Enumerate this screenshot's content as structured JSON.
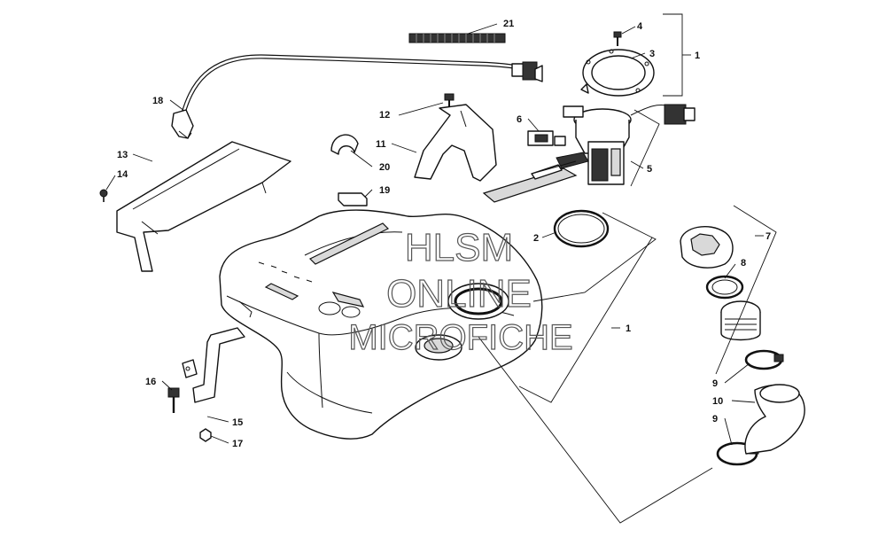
{
  "watermark": {
    "line1": "HLSM",
    "line2": "ONLINE",
    "line3": "MICROFICHE"
  },
  "callouts": {
    "c1a": "1",
    "c1b": "1",
    "c2": "2",
    "c3": "3",
    "c4": "4",
    "c5": "5",
    "c6": "6",
    "c7": "7",
    "c8": "8",
    "c9a": "9",
    "c9b": "9",
    "c10": "10",
    "c11": "11",
    "c12": "12",
    "c13": "13",
    "c14": "14",
    "c15": "15",
    "c16": "16",
    "c17": "17",
    "c18": "18",
    "c19": "19",
    "c20": "20",
    "c21": "21"
  }
}
